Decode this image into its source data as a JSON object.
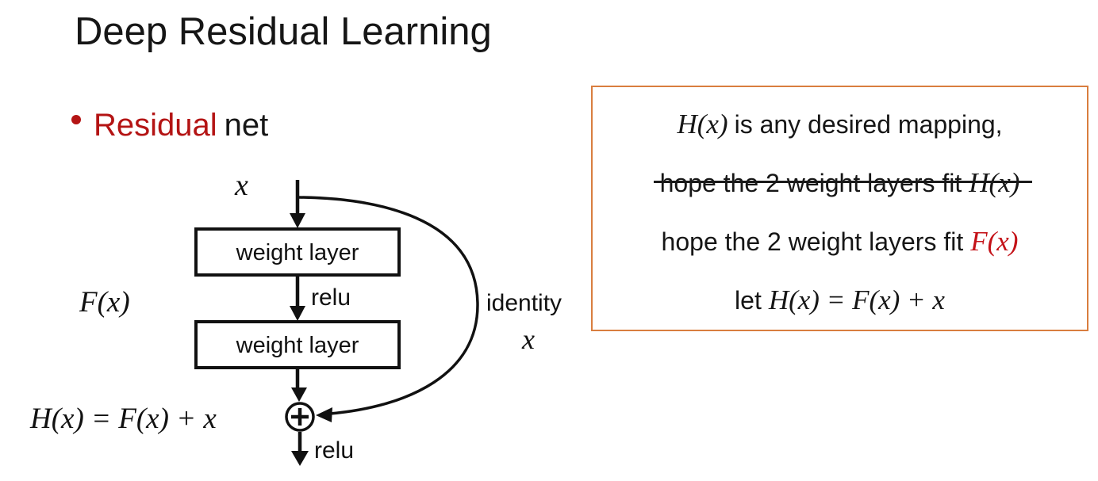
{
  "slide": {
    "title": "Deep Residual Learning",
    "bullet": {
      "highlight": "Residual",
      "rest": "net"
    }
  },
  "diagram": {
    "input_label": "x",
    "weight_layer1": "weight layer",
    "weight_layer2": "weight layer",
    "relu_mid": "relu",
    "relu_out": "relu",
    "residual_label": "F(x)",
    "output_equation": "H(x) = F(x) + x",
    "identity_label": "identity",
    "identity_value": "x",
    "merge_icon": "plus-circle"
  },
  "note_box": {
    "line1": {
      "math": "H(x)",
      "text": "is any desired mapping,"
    },
    "line2": {
      "text": "hope the 2 weight layers fit",
      "math": "H(x)",
      "strikethrough": true
    },
    "line3": {
      "text": "hope the 2 weight layers fit",
      "math": "F(x)"
    },
    "line4": {
      "text": "let",
      "math": "H(x) = F(x) + x"
    }
  },
  "colors": {
    "dark_red": "#B41414",
    "red": "#C41218",
    "note_border": "#D97E3F",
    "ink": "#111111"
  }
}
